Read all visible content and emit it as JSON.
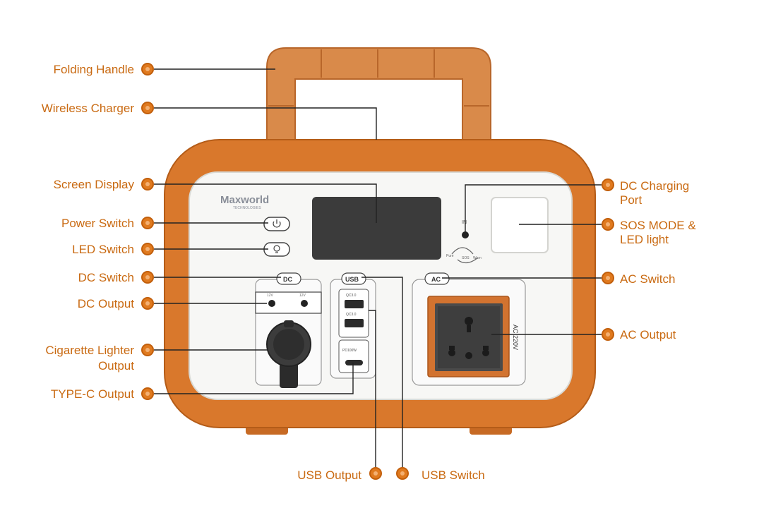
{
  "brand": {
    "name": "Maxworld",
    "sub": "TECHNOLOGIES"
  },
  "panel": {
    "dc_tag": "DC",
    "usb_tag": "USB",
    "ac_tag": "AC",
    "ac_voltage": "AC 220V",
    "dc_in": "IN",
    "usb_port_1": "QC3.0",
    "usb_port_2": "QC3.0",
    "typec_port": "PD100W",
    "dc_out_1": "12V",
    "dc_out_2": "12V",
    "mode_1": "Pure",
    "mode_2": "SOS",
    "mode_3": "Warn"
  },
  "labels": {
    "folding_handle": "Folding Handle",
    "wireless_charger": "Wireless Charger",
    "screen_display": "Screen Display",
    "power_switch": "Power Switch",
    "led_switch": "LED Switch",
    "dc_switch": "DC Switch",
    "dc_output": "DC Output",
    "cigarette_line1": "Cigarette Lighter",
    "cigarette_line2": "Output",
    "typec_output": "TYPE-C Output",
    "dc_charging_line1": "DC Charging",
    "dc_charging_line2": "Port",
    "sos_line1": "SOS MODE &",
    "sos_line2": "LED light",
    "ac_switch": "AC Switch",
    "ac_output": "AC Output",
    "usb_output": "USB Output",
    "usb_switch": "USB Switch"
  },
  "colors": {
    "label_text": "#c96a12",
    "callout_dot": "#e07a1f",
    "body_orange": "#d9782c",
    "handle_orange": "#d98a4a",
    "faceplate": "#f7f7f5",
    "screen": "#3b3b3b"
  }
}
